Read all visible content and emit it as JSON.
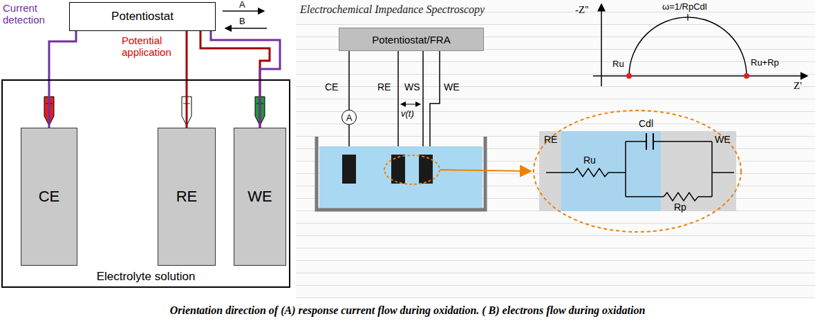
{
  "diagram": {
    "title": "Electrochemical Impedance Spectroscopy",
    "caption": "Orientation direction of (A) response current flow during oxidation. ( B) electrons flow during oxidation",
    "nodes": [
      {
        "text": [
          "Potentiostat"
        ]
      },
      {
        "text": [
          "Electrolyte solution"
        ]
      },
      {
        "text": [
          "CE"
        ],
        "in": 1
      },
      {
        "text": [
          "RE"
        ],
        "in": 1
      },
      {
        "text": [
          "WE"
        ],
        "in": 1
      },
      {
        "text": [
          "Potentiostat/FRA"
        ]
      },
      {
        "text": [
          "A"
        ]
      }
    ],
    "edges": [
      {
        "from": 0,
        "to": 2,
        "arrow": "none"
      },
      {
        "from": 0,
        "to": 3,
        "arrow": "none"
      },
      {
        "from": 0,
        "to": 4,
        "arrow": "none"
      },
      {
        "from": 0,
        "to": 4,
        "arrow": "none"
      },
      {
        "from": 5,
        "to": 6,
        "arrow": "none"
      }
    ],
    "labels": [
      "A",
      "B",
      "Current detection",
      "Potential application",
      "CE",
      "RE",
      "WS",
      "WE",
      "v(t)",
      "-Z''",
      "Z'",
      "Ru",
      "Ru+Rp",
      "ω=1/RpCdl",
      "RE",
      "WE",
      "Ru",
      "Cdl",
      "Rp"
    ]
  }
}
